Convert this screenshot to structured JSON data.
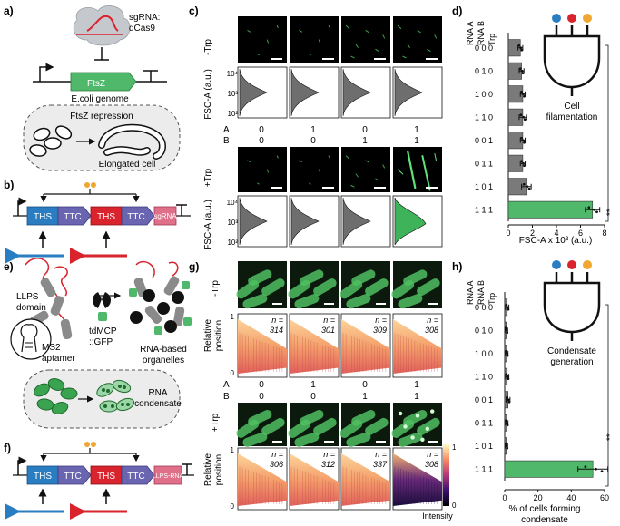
{
  "panels": {
    "a": "a)",
    "b": "b)",
    "c": "c)",
    "d": "d)",
    "e": "e)",
    "f": "f)",
    "g": "g)",
    "h": "h)"
  },
  "panel_a": {
    "sgrna_label_1": "sgRNA:",
    "sgrna_label_2": "dCas9",
    "gene": "FtsZ",
    "genome": "E.coli genome",
    "repression": "FtsZ repression",
    "outcome": "Elongated cell"
  },
  "panel_b": {
    "parts": [
      "THS",
      "TTC",
      "THS",
      "TTC",
      "sgRNA"
    ]
  },
  "panel_c": {
    "cond_minus": "-Trp",
    "cond_plus": "+Trp",
    "ylabel": "FSC-A (a.u.)",
    "yticks": [
      "10⁴",
      "10³",
      "10²"
    ],
    "row_a_label": "A",
    "row_b_label": "B",
    "a_values": [
      "0",
      "1",
      "0",
      "1"
    ],
    "b_values": [
      "0",
      "0",
      "1",
      "1"
    ]
  },
  "panel_d": {
    "headers": [
      "RNA A",
      "RNA B",
      "Trp"
    ],
    "rows": [
      "0 0 0",
      "0 1 0",
      "1 0 0",
      "1 1 0",
      "0 0 1",
      "0 1 1",
      "1 0 1",
      "1 1 1"
    ],
    "gate_label_1": "Cell",
    "gate_label_2": "filamentation",
    "xlabel": "FSC-A x 10³ (a.u.)",
    "xticks": [
      "0",
      "2",
      "4",
      "6",
      "8"
    ],
    "significance": "**",
    "gate_colors": [
      "#2a7dc1",
      "#d9232d",
      "#f0a630"
    ]
  },
  "panel_e": {
    "llps_1": "LLPS",
    "llps_2": "domain",
    "tdmcp_1": "tdMCP",
    "tdmcp_2": "::GFP",
    "organelles_1": "RNA-based",
    "organelles_2": "organelles",
    "aptamer_1": "MS2",
    "aptamer_2": "aptamer",
    "condensate_1": "RNA",
    "condensate_2": "condensate"
  },
  "panel_f": {
    "parts": [
      "THS",
      "TTC",
      "THS",
      "TTC",
      "LLPS-RNA"
    ]
  },
  "panel_g": {
    "cond_minus": "-Trp",
    "cond_plus": "+Trp",
    "ylabel_1": "Relative",
    "ylabel_2": "position",
    "yticks": [
      "1",
      "0"
    ],
    "n_top": [
      "n =",
      "314",
      "n =",
      "301",
      "n =",
      "309",
      "n =",
      "308"
    ],
    "n_bottom": [
      "n =",
      "306",
      "n =",
      "312",
      "n =",
      "337",
      "n =",
      "308"
    ],
    "row_a_label": "A",
    "row_b_label": "B",
    "a_values": [
      "0",
      "1",
      "0",
      "1"
    ],
    "b_values": [
      "0",
      "0",
      "1",
      "1"
    ],
    "colorbar_max": "1",
    "colorbar_min": "0",
    "colorbar_label": "Intensity"
  },
  "panel_h": {
    "headers": [
      "RNA A",
      "RNA B",
      "Trp"
    ],
    "rows": [
      "0 0 0",
      "0 1 0",
      "1 0 0",
      "1 1 0",
      "0 0 1",
      "0 1 1",
      "1 0 1",
      "1 1 1"
    ],
    "gate_label_1": "Condensate",
    "gate_label_2": "generation",
    "xlabel_1": "% of cells forming",
    "xlabel_2": "condensate",
    "xticks": [
      "0",
      "20",
      "40",
      "60"
    ],
    "significance": "**"
  },
  "chart_data": [
    {
      "type": "bar",
      "orientation": "horizontal",
      "categories": [
        "0 0 0",
        "0 1 0",
        "1 0 0",
        "1 1 0",
        "0 0 1",
        "0 1 1",
        "1 0 1",
        "1 1 1"
      ],
      "values": [
        1.0,
        1.1,
        1.2,
        1.2,
        1.2,
        1.2,
        1.5,
        7.0
      ],
      "errors": [
        0.2,
        0.2,
        0.2,
        0.3,
        0.2,
        0.2,
        0.4,
        0.6
      ],
      "xlabel": "FSC-A x 10³ (a.u.)",
      "xlim": [
        0,
        8
      ],
      "bar_colors": [
        "#7a7a7a",
        "#7a7a7a",
        "#7a7a7a",
        "#7a7a7a",
        "#7a7a7a",
        "#7a7a7a",
        "#7a7a7a",
        "#4fb86b"
      ]
    },
    {
      "type": "bar",
      "orientation": "horizontal",
      "categories": [
        "0 0 0",
        "0 1 0",
        "1 0 0",
        "1 1 0",
        "0 0 1",
        "0 1 1",
        "1 0 1",
        "1 1 1"
      ],
      "values": [
        1.5,
        1.0,
        1.2,
        1.5,
        2.0,
        1.2,
        1.0,
        53
      ],
      "errors": [
        1.0,
        0.8,
        0.8,
        1.0,
        1.2,
        0.8,
        0.8,
        9
      ],
      "xlabel": "% of cells forming condensate",
      "xlim": [
        0,
        60
      ],
      "bar_colors": [
        "#7a7a7a",
        "#7a7a7a",
        "#7a7a7a",
        "#7a7a7a",
        "#7a7a7a",
        "#7a7a7a",
        "#7a7a7a",
        "#4fb86b"
      ]
    }
  ]
}
